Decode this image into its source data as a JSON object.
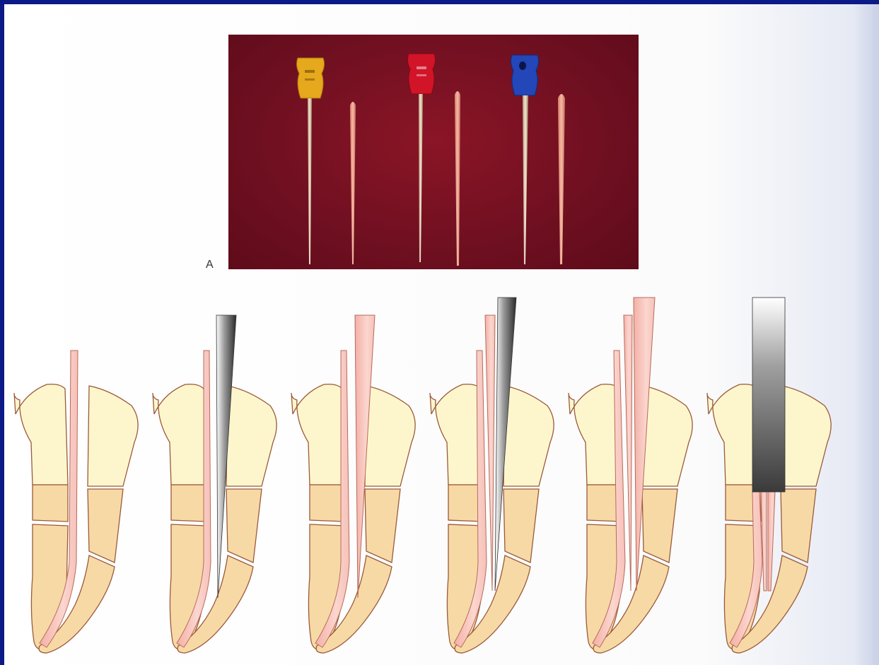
{
  "figure": {
    "panel_label": "A",
    "colors": {
      "border": "#0b1a86",
      "photo_background": "#711021",
      "enamel": "#fdf6cd",
      "dentin": "#f7d9a6",
      "outline": "#9a5a3a",
      "gutta_percha": "#f6c0b8",
      "file_handles": [
        "#e6a81c",
        "#d11428",
        "#2346b8"
      ]
    },
    "photo": {
      "description_items": [
        "file-yellow",
        "gutta-percha-cone",
        "file-red",
        "gutta-percha-cone",
        "file-blue",
        "gutta-percha-cone"
      ]
    },
    "diagram_stages": 6
  }
}
